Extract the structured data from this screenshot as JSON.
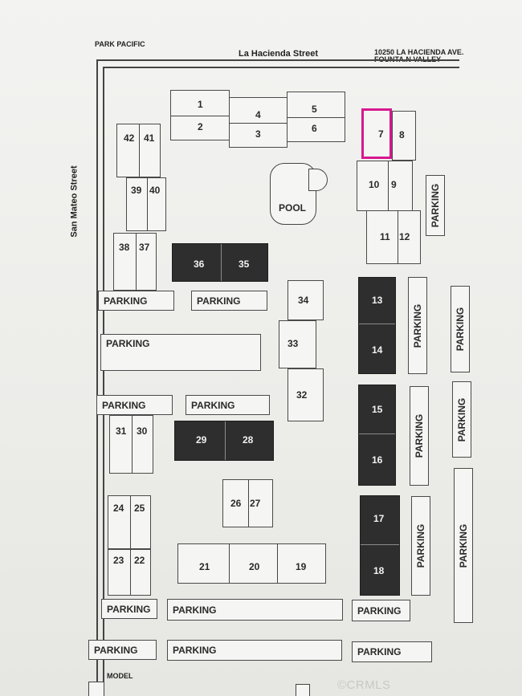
{
  "header": {
    "complex_name": "PARK PACIFIC",
    "address_line1": "10250 LA HACIENDA AVE.",
    "address_line2": "FOUNTA.N VALLEY"
  },
  "streets": {
    "north": "La Hacienda Street",
    "west": "San Mateo Street"
  },
  "amenities": {
    "pool": "POOL"
  },
  "parking_label": "PARKING",
  "units": [
    "1",
    "2",
    "3",
    "4",
    "5",
    "6",
    "7",
    "8",
    "9",
    "10",
    "11",
    "12",
    "13",
    "14",
    "15",
    "16",
    "17",
    "18",
    "19",
    "20",
    "21",
    "22",
    "23",
    "24",
    "25",
    "26",
    "27",
    "28",
    "29",
    "30",
    "31",
    "32",
    "33",
    "34",
    "35",
    "36",
    "37",
    "38",
    "39",
    "40",
    "41",
    "42"
  ],
  "highlighted_unit": "7",
  "highlight_color": "#d6198f",
  "dark_buildings_color": "#2e2e2e",
  "footer": {
    "legend_label": "MODEL",
    "watermark": "©CRMLS"
  }
}
